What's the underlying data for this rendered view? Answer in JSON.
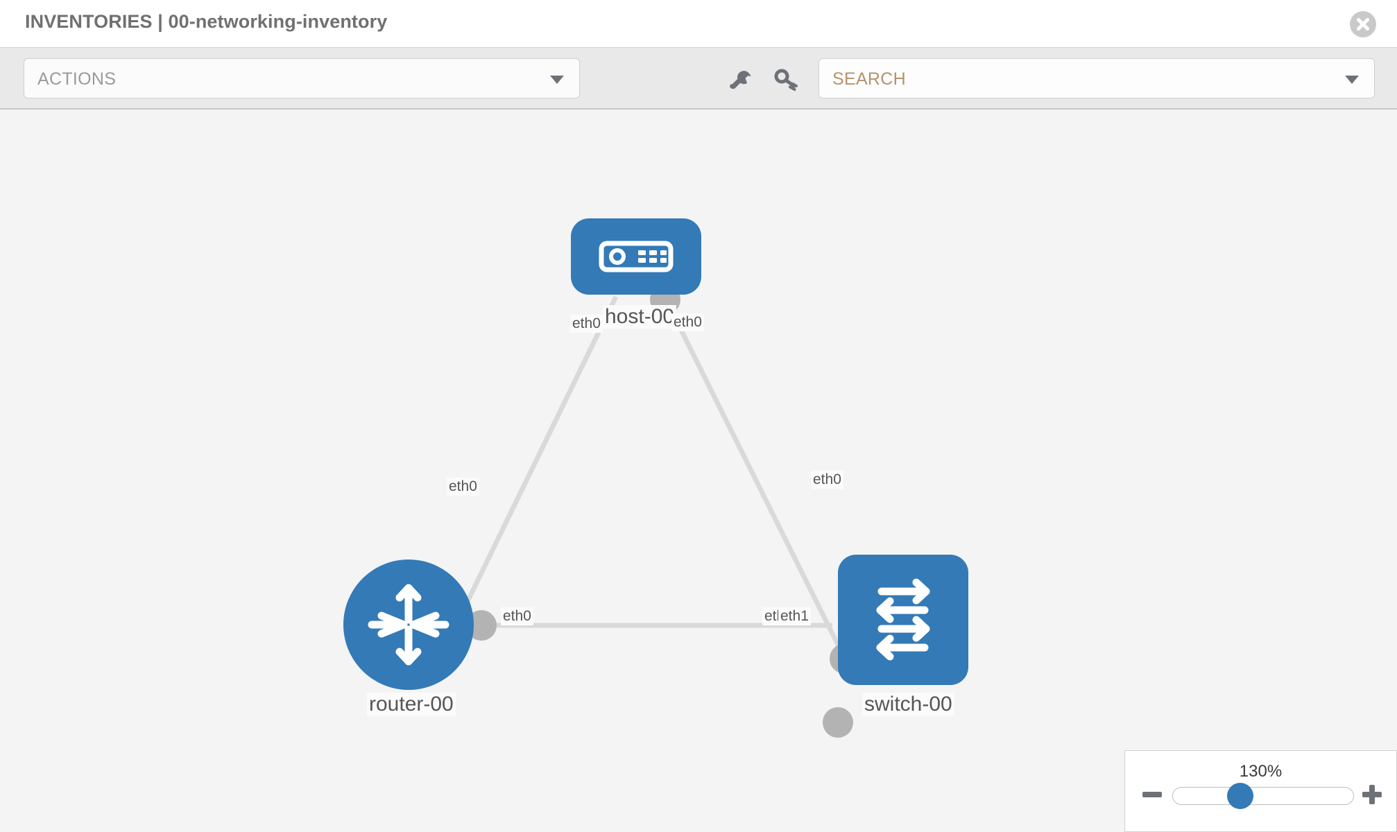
{
  "header": {
    "title": "INVENTORIES | 00-networking-inventory",
    "close_icon": "close-circle-icon"
  },
  "toolbar": {
    "actions_label": "ACTIONS",
    "actions_caret_icon": "chevron-down-icon",
    "wrench_icon": "wrench-icon",
    "key_icon": "key-icon",
    "search_placeholder": "SEARCH",
    "search_caret_icon": "chevron-down-icon"
  },
  "topology": {
    "nodes": [
      {
        "id": "host-00",
        "label": "host-00",
        "type": "host",
        "icon": "server-icon",
        "shape": "rounded-rect",
        "color": "#337ab7"
      },
      {
        "id": "router-00",
        "label": "router-00",
        "type": "router",
        "icon": "router-arrows-icon",
        "shape": "circle",
        "color": "#337ab7"
      },
      {
        "id": "switch-00",
        "label": "switch-00",
        "type": "switch",
        "icon": "switch-arrows-icon",
        "shape": "rounded-square",
        "color": "#337ab7"
      }
    ],
    "links": [
      {
        "from": "host-00",
        "from_iface": "eth0",
        "to": "router-00",
        "to_iface": "eth0"
      },
      {
        "from": "host-00",
        "from_iface": "eth0",
        "to": "switch-00",
        "to_iface": "eth0"
      },
      {
        "from": "router-00",
        "from_iface": "eth0",
        "to": "switch-00",
        "to_iface": "eth1"
      }
    ],
    "interface_labels": {
      "host_left": "eth0",
      "host_right": "eth0",
      "router_uplink": "eth0",
      "switch_uplink": "eth0",
      "router_right": "eth0",
      "switch_left_under": "eth0",
      "switch_left_over": "eth1"
    },
    "link_color": "#d9d9d9",
    "port_color": "#b3b3b3"
  },
  "zoom_control": {
    "level": "130%",
    "minus_icon": "minus-icon",
    "plus_icon": "plus-icon",
    "slider_name": "zoom-slider"
  }
}
